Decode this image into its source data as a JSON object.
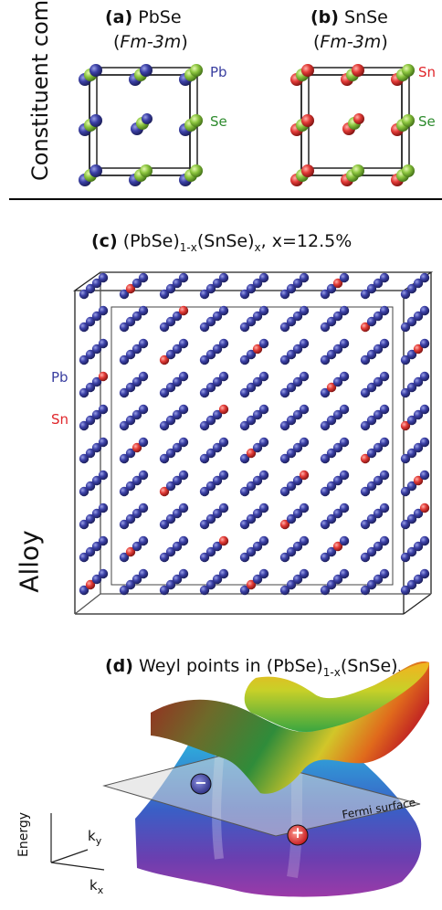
{
  "side_labels": {
    "constituent": "Constituent compounds",
    "alloy": "Alloy"
  },
  "panel_a": {
    "letter": "(a)",
    "name": "PbSe",
    "space_group": "Fm-3m",
    "labels": [
      "Pb",
      "Se"
    ]
  },
  "panel_b": {
    "letter": "(b)",
    "name": "SnSe",
    "space_group": "Fm-3m",
    "labels": [
      "Sn",
      "Se"
    ]
  },
  "panel_c": {
    "letter": "(c)",
    "prefix": "(PbSe)",
    "sub1": "1-x",
    "middle": "(SnSe)",
    "sub2": "x",
    "suffix": ", x=12.5%",
    "labels": [
      "Pb",
      "Sn"
    ]
  },
  "panel_d": {
    "letter": "(d)",
    "text": "Weyl points in (PbSe)",
    "sub1": "1-x",
    "middle": "(SnSe)",
    "sub2": "x",
    "fermi": "Fermi surface",
    "axis_energy": "Energy",
    "axis_ky": "k",
    "axis_ky_sub": "y",
    "axis_kx": "k",
    "axis_kx_sub": "x",
    "minus": "−",
    "plus": "+"
  },
  "colors": {
    "pb": "#3a3fa8",
    "se": "#8bc53f",
    "sn": "#e23a36"
  }
}
